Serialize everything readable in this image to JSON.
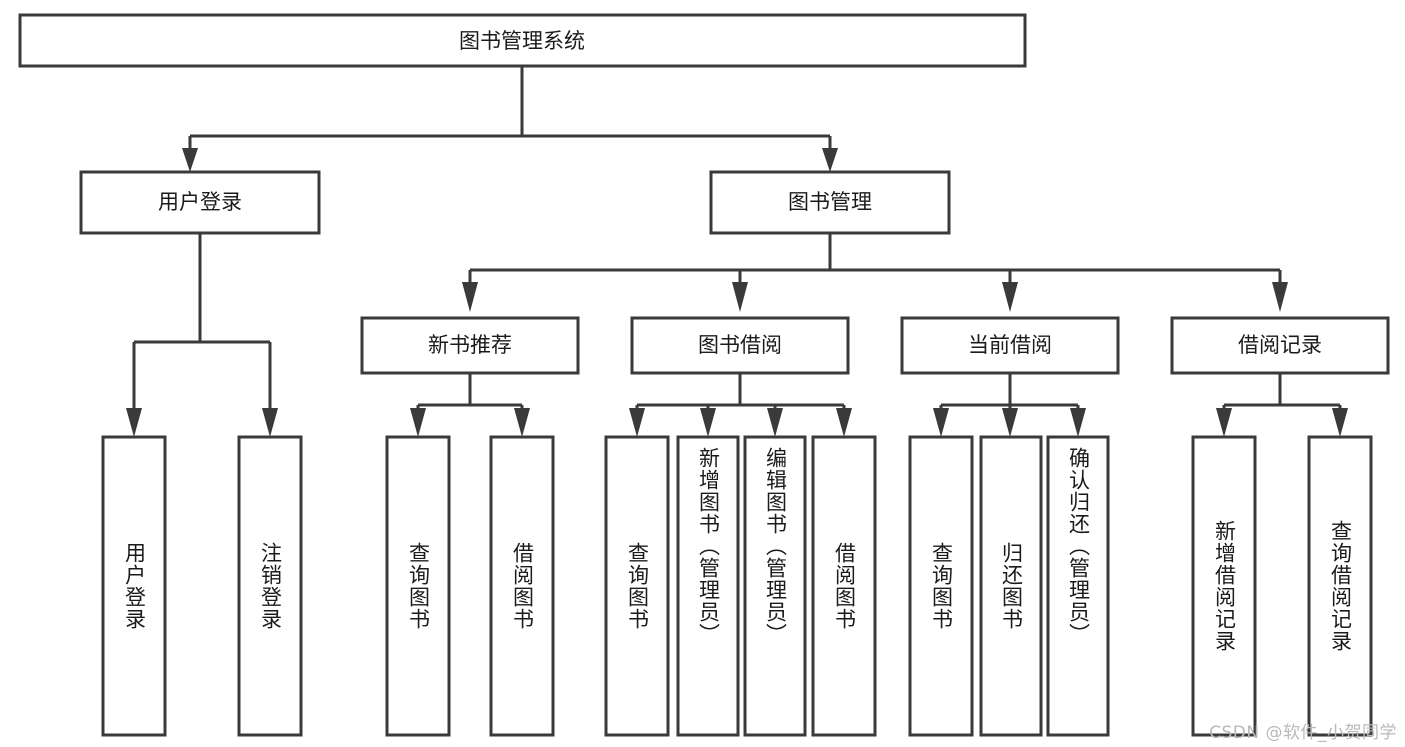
{
  "diagram": {
    "type": "tree",
    "title": "图书管理系统",
    "watermark": "CSDN @软件_小贺同学",
    "colors": {
      "stroke": "#3a3a3a",
      "fill": "#ffffff",
      "text": "#1b1b1b",
      "watermark": "#b9b9b9",
      "background": "#ffffff"
    },
    "levels": {
      "root": "图书管理系统",
      "level2": [
        "用户登录",
        "图书管理"
      ],
      "level3": [
        "新书推荐",
        "图书借阅",
        "当前借阅",
        "借阅记录"
      ]
    },
    "nodes": {
      "root": {
        "label": "图书管理系统"
      },
      "user_login": {
        "label": "用户登录"
      },
      "book_mgmt": {
        "label": "图书管理"
      },
      "new_book": {
        "label": "新书推荐"
      },
      "book_borrow": {
        "label": "图书借阅"
      },
      "current_borrow": {
        "label": "当前借阅"
      },
      "borrow_record": {
        "label": "借阅记录"
      }
    },
    "leaves": {
      "user_login": [
        {
          "label": "用户登录"
        },
        {
          "label": "注销登录"
        }
      ],
      "new_book": [
        {
          "label": "查询图书"
        },
        {
          "label": "借阅图书"
        }
      ],
      "book_borrow": [
        {
          "label": "查询图书"
        },
        {
          "label": "新增图书（管理员）"
        },
        {
          "label": "编辑图书（管理员）"
        },
        {
          "label": "借阅图书"
        }
      ],
      "current_borrow": [
        {
          "label": "查询图书"
        },
        {
          "label": "归还图书"
        },
        {
          "label": "确认归还（管理员）"
        }
      ],
      "borrow_record": [
        {
          "label": "新增借阅记录"
        },
        {
          "label": "查询借阅记录"
        }
      ]
    }
  }
}
